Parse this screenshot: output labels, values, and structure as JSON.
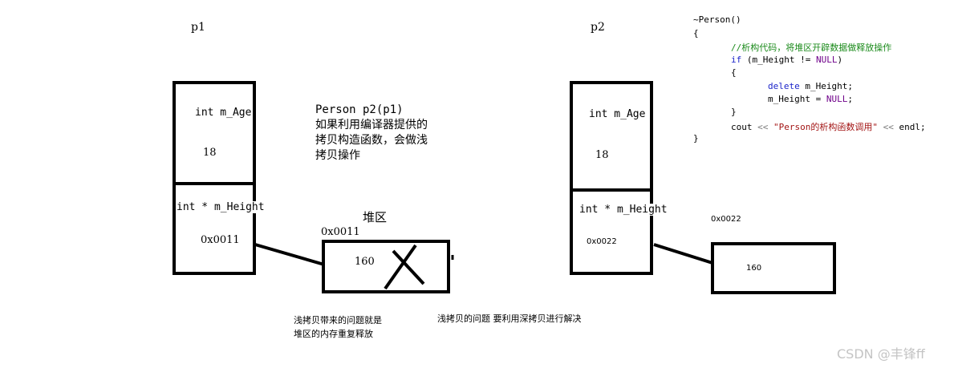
{
  "p1": {
    "label": "p1",
    "age_field": "int m_Age",
    "age_value": "18",
    "height_field": "int * m_Height",
    "height_value": "0x0011"
  },
  "p2": {
    "label": "p2",
    "age_field": "int  m_Age",
    "age_value": "18",
    "height_field": "int * m_Height",
    "height_value": "0x0022"
  },
  "copy_note": {
    "line1": "Person p2(p1)",
    "line2": "如果利用编译器提供的",
    "line3": "拷贝构造函数，会做浅",
    "line4": "拷贝操作"
  },
  "heap": {
    "label": "堆区",
    "address": "0x0011",
    "value": "160"
  },
  "heap2": {
    "address": "0x0022",
    "value": "160"
  },
  "problem_note": {
    "line1": "浅拷贝带来的问题就是",
    "line2": "堆区的内存重复释放"
  },
  "solution_note": "浅拷贝的问题 要利用深拷贝进行解决",
  "code": {
    "l1": "~Person()",
    "l2": "{",
    "l3": "//析构代码，将堆区开辟数据做释放操作",
    "l4_kw": "if",
    "l4_a": " (m_Height != ",
    "l4_null": "NULL",
    "l4_b": ")",
    "l5": "{",
    "l6_kw": "delete",
    "l6_a": " m_Height;",
    "l7_a": "m_Height = ",
    "l7_null": "NULL",
    "l7_b": ";",
    "l8": "}",
    "l9_a": "cout ",
    "l9_op1": "<<",
    "l9_str": " \"Person的析构函数调用\" ",
    "l9_op2": "<<",
    "l9_b": " endl;",
    "l10": "}"
  },
  "watermark": "CSDN @丰锋ff"
}
